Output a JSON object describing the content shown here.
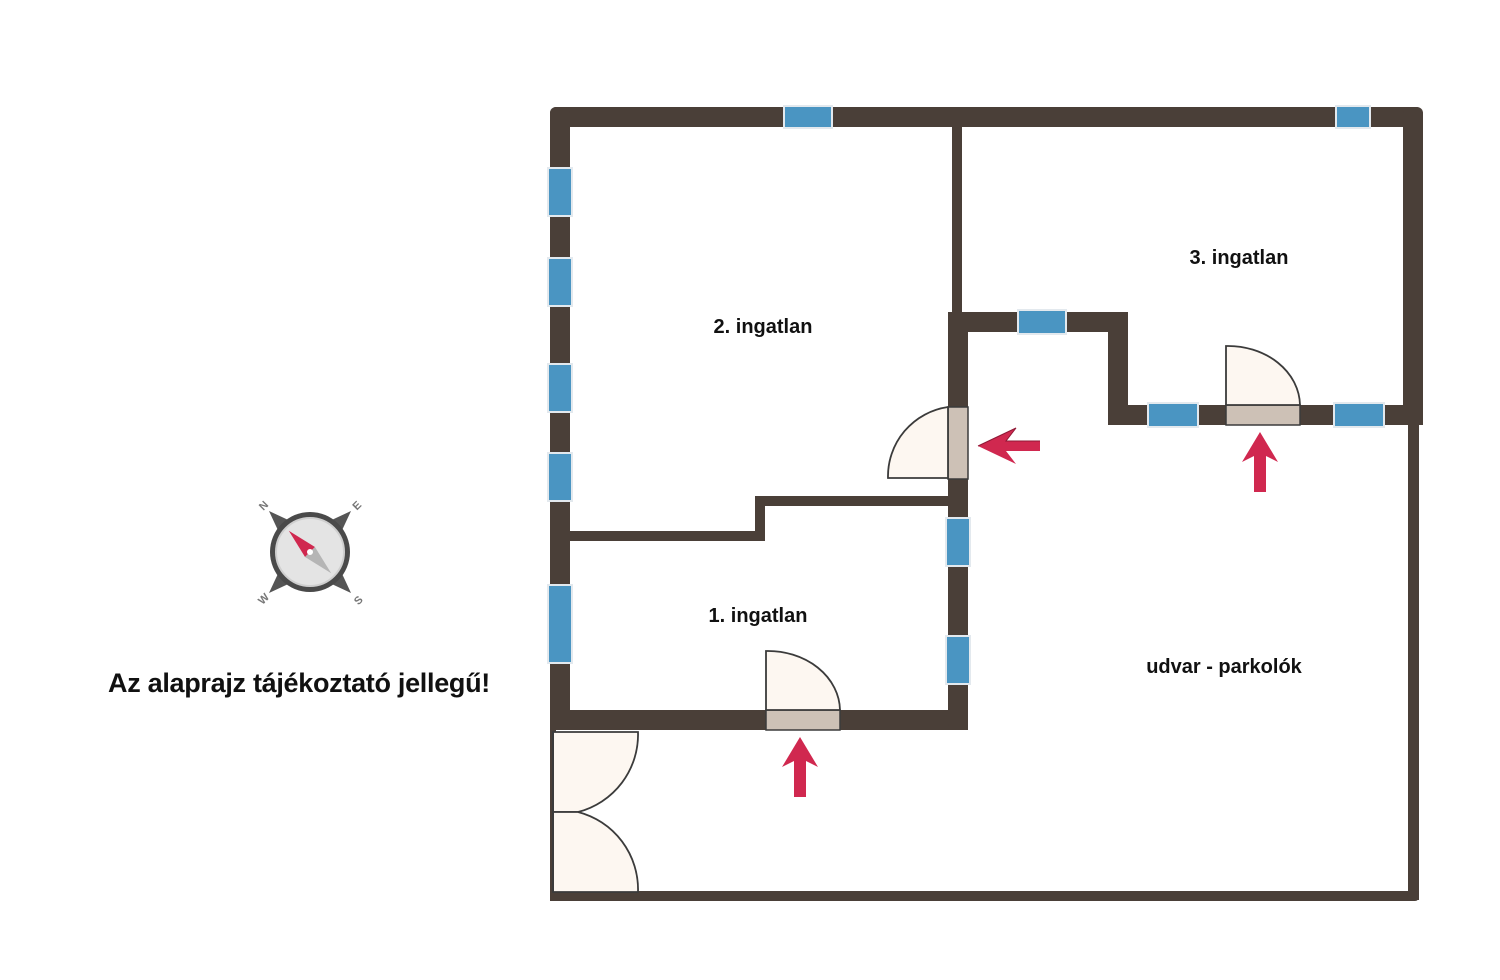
{
  "rooms": {
    "room1": "1. ingatlan",
    "room2": "2. ingatlan",
    "room3": "3. ingatlan",
    "courtyard": "udvar - parkolók"
  },
  "notice": "Az alaprajz tájékoztató jellegű!",
  "compass": {
    "n": "N",
    "e": "E",
    "s": "S",
    "w": "W"
  },
  "colors": {
    "wall": "#4a3f38",
    "window": "#4a95c2",
    "door_fill": "#fdf7f1",
    "door_sill": "#cdc1b6",
    "arrow": "#d0284f"
  }
}
